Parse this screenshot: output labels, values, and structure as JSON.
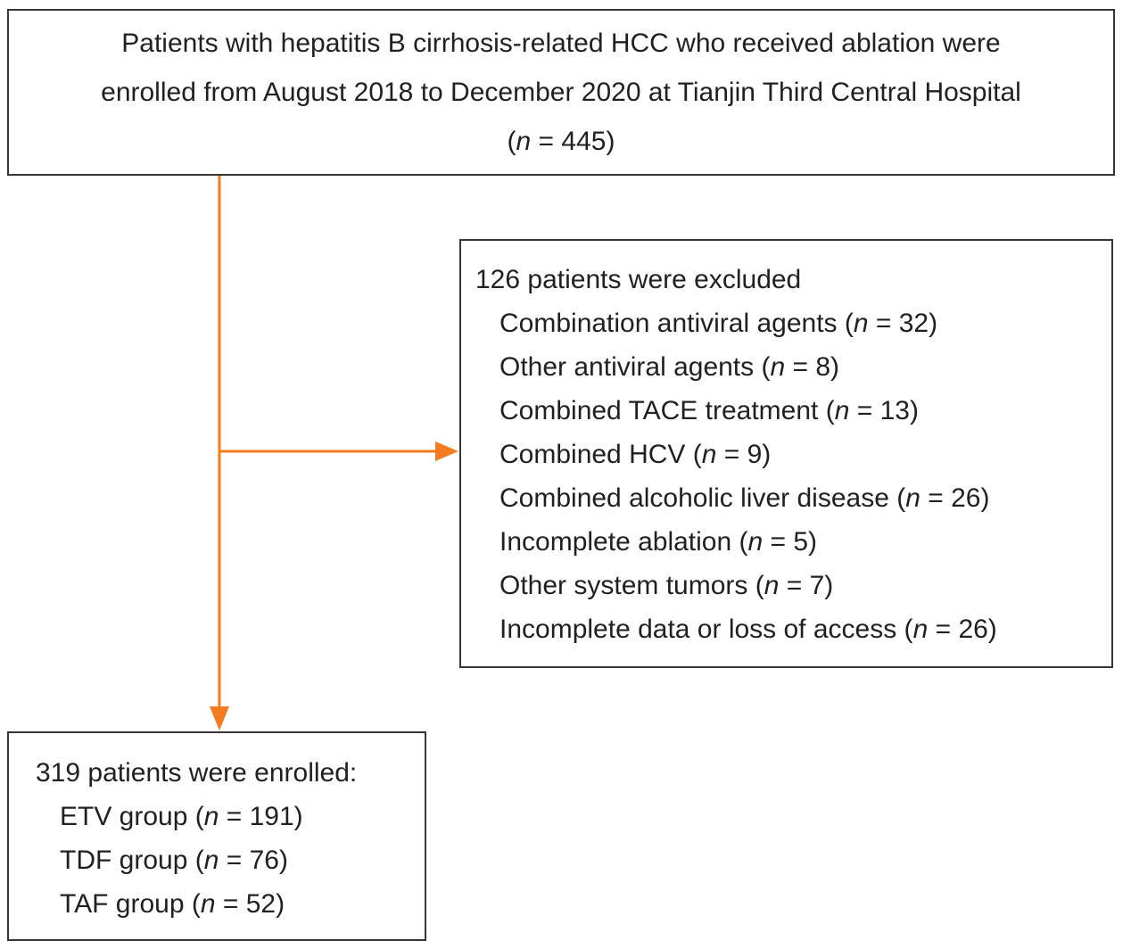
{
  "colors": {
    "arrow": "#f47b20",
    "border": "#3b3536",
    "text": "#231f20"
  },
  "top_box": {
    "line1": "Patients with hepatitis B cirrhosis-related HCC who received ablation were",
    "line2": "enrolled from August 2018 to December 2020 at Tianjin Third Central Hospital",
    "count": {
      "pre": "(",
      "n": "n",
      "post": " = 445)"
    }
  },
  "exclusion_box": {
    "header": "126 patients were excluded",
    "items": [
      {
        "pre": "Combination antiviral agents (",
        "n": "n",
        "post": " = 32)"
      },
      {
        "pre": "Other antiviral agents (",
        "n": "n",
        "post": " = 8)"
      },
      {
        "pre": "Combined TACE treatment (",
        "n": "n",
        "post": " = 13)"
      },
      {
        "pre": "Combined HCV (",
        "n": "n",
        "post": " = 9)"
      },
      {
        "pre": "Combined alcoholic liver disease (",
        "n": "n",
        "post": " = 26)"
      },
      {
        "pre": "Incomplete ablation (",
        "n": "n",
        "post": " = 5)"
      },
      {
        "pre": "Other system tumors (",
        "n": "n",
        "post": " = 7)"
      },
      {
        "pre": "Incomplete data or loss of access (",
        "n": "n",
        "post": " = 26)"
      }
    ]
  },
  "enrolled_box": {
    "header": "319 patients were enrolled:",
    "items": [
      {
        "pre": "ETV group (",
        "n": "n",
        "post": " = 191)"
      },
      {
        "pre": "TDF group (",
        "n": "n",
        "post": " = 76)"
      },
      {
        "pre": "TAF group (",
        "n": "n",
        "post": " = 52)"
      }
    ]
  }
}
